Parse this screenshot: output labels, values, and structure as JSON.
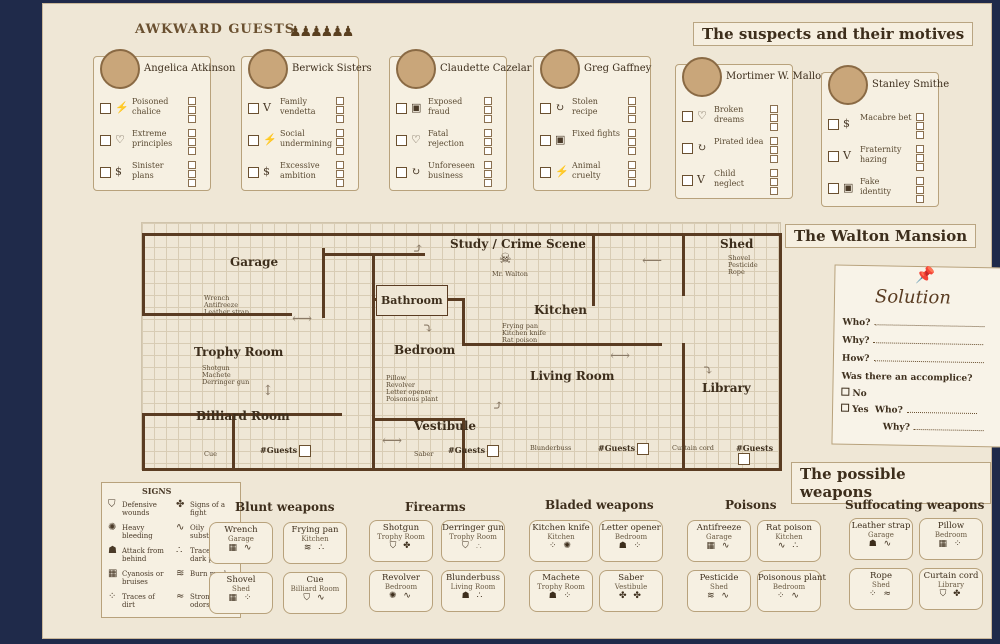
{
  "header": {
    "game_title": "AWKWARD GUESTS",
    "suspects_banner": "The suspects and their motives",
    "mansion_banner": "The Walton Mansion",
    "weapons_banner": "The possible weapons"
  },
  "suspects": [
    {
      "name": "Angelica Atkinson",
      "motives": [
        {
          "icon": "lightning-icon",
          "glyph": "⚡",
          "text": "Poisoned chalice"
        },
        {
          "icon": "heart-icon",
          "glyph": "♡",
          "text": "Extreme principles"
        },
        {
          "icon": "money-icon",
          "glyph": "$",
          "text": "Sinister plans"
        }
      ]
    },
    {
      "name": "Berwick Sisters",
      "motives": [
        {
          "icon": "v-icon",
          "glyph": "V",
          "text": "Family vendetta"
        },
        {
          "icon": "lightning-icon",
          "glyph": "⚡",
          "text": "Social undermining"
        },
        {
          "icon": "money-icon",
          "glyph": "$",
          "text": "Excessive ambition"
        }
      ]
    },
    {
      "name": "Claudette Cazelar",
      "motives": [
        {
          "icon": "briefcase-icon",
          "glyph": "▣",
          "text": "Exposed fraud"
        },
        {
          "icon": "heart-icon",
          "glyph": "♡",
          "text": "Fatal rejection"
        },
        {
          "icon": "cycle-icon",
          "glyph": "↻",
          "text": "Unforeseen business"
        }
      ]
    },
    {
      "name": "Greg Gaffney",
      "motives": [
        {
          "icon": "cycle-icon",
          "glyph": "↻",
          "text": "Stolen recipe"
        },
        {
          "icon": "briefcase-icon",
          "glyph": "▣",
          "text": "Fixed fights"
        },
        {
          "icon": "lightning-icon",
          "glyph": "⚡",
          "text": "Animal cruelty"
        }
      ]
    },
    {
      "name": "Mortimer W. Mallow",
      "motives": [
        {
          "icon": "heart-icon",
          "glyph": "♡",
          "text": "Broken dreams"
        },
        {
          "icon": "cycle-icon",
          "glyph": "↻",
          "text": "Pirated idea"
        },
        {
          "icon": "v-icon",
          "glyph": "V",
          "text": "Child neglect"
        }
      ]
    },
    {
      "name": "Stanley Smithe",
      "motives": [
        {
          "icon": "money-icon",
          "glyph": "$",
          "text": "Macabre bet"
        },
        {
          "icon": "v-icon",
          "glyph": "V",
          "text": "Fraternity hazing"
        },
        {
          "icon": "briefcase-icon",
          "glyph": "▣",
          "text": "Fake identity"
        }
      ]
    }
  ],
  "rooms": {
    "garage": {
      "label": "Garage",
      "items": "Wrench\nAntifreeze\nLeather strap"
    },
    "study": {
      "label": "Study / Crime Scene",
      "victim": "Mr. Walton"
    },
    "bathroom": {
      "label": "Bathroom"
    },
    "shed": {
      "label": "Shed",
      "items": "Shovel\nPesticide\nRope"
    },
    "kitchen": {
      "label": "Kitchen",
      "items": "Frying pan\nKitchen knife\nRat poison"
    },
    "bedroom": {
      "label": "Bedroom",
      "items": "Pillow\nRevolver\nLetter opener\nPoisonous plant"
    },
    "trophy": {
      "label": "Trophy Room",
      "items": "Shotgun\nMachete\nDerringer gun"
    },
    "living": {
      "label": "Living Room",
      "items": "Blunderbuss"
    },
    "library": {
      "label": "Library",
      "items": "Curtain cord"
    },
    "billiard": {
      "label": "Billiard Room",
      "items": "Cue"
    },
    "vestibule": {
      "label": "Vestibule",
      "items": "Saber"
    },
    "guests_label": "#Guests"
  },
  "solution": {
    "title": "Solution",
    "who": "Who?",
    "why": "Why?",
    "how": "How?",
    "accomplice_q": "Was there an accomplice?",
    "no": "No",
    "yes": "Yes",
    "who2": "Who?",
    "why2": "Why?"
  },
  "signs": {
    "title": "SIGNS",
    "items": [
      {
        "icon": "shield-icon",
        "glyph": "⛉",
        "text": "Defensive wounds"
      },
      {
        "icon": "fight-icon",
        "glyph": "✤",
        "text": "Signs of a fight"
      },
      {
        "icon": "splat-icon",
        "glyph": "✺",
        "text": "Heavy bleeding"
      },
      {
        "icon": "oily-icon",
        "glyph": "∿",
        "text": "Oily substance"
      },
      {
        "icon": "figure-icon",
        "glyph": "☗",
        "text": "Attack from behind"
      },
      {
        "icon": "dots-icon",
        "glyph": "∴",
        "text": "Traces of a dark powder"
      },
      {
        "icon": "hatch-icon",
        "glyph": "▦",
        "text": "Cyanosis or bruises"
      },
      {
        "icon": "burn-icon",
        "glyph": "≋",
        "text": "Burn marks"
      },
      {
        "icon": "dirt-icon",
        "glyph": "⁘",
        "text": "Traces of dirt"
      },
      {
        "icon": "odor-icon",
        "glyph": "≈",
        "text": "Strong odors"
      }
    ]
  },
  "weapon_categories": {
    "blunt": "Blunt weapons",
    "firearms": "Firearms",
    "bladed": "Bladed weapons",
    "poisons": "Poisons",
    "suffocating": "Suffocating weapons"
  },
  "weapons": [
    {
      "name": "Wrench",
      "location": "Garage",
      "signs": "▦ ∿"
    },
    {
      "name": "Frying pan",
      "location": "Kitchen",
      "signs": "≋ ∴"
    },
    {
      "name": "Shovel",
      "location": "Shed",
      "signs": "▦ ⁘"
    },
    {
      "name": "Cue",
      "location": "Billiard Room",
      "signs": "⛉ ∿"
    },
    {
      "name": "Shotgun",
      "location": "Trophy Room",
      "signs": "⛉ ✤"
    },
    {
      "name": "Derringer gun",
      "location": "Trophy Room",
      "signs": "⛉ ∴"
    },
    {
      "name": "Revolver",
      "location": "Bedroom",
      "signs": "✺ ∿"
    },
    {
      "name": "Blunderbuss",
      "location": "Living Room",
      "signs": "☗ ∴"
    },
    {
      "name": "Kitchen knife",
      "location": "Kitchen",
      "signs": "⁘ ✺"
    },
    {
      "name": "Letter opener",
      "location": "Bedroom",
      "signs": "☗ ⁘"
    },
    {
      "name": "Machete",
      "location": "Trophy Room",
      "signs": "☗ ⁘"
    },
    {
      "name": "Saber",
      "location": "Vestibule",
      "signs": "✤ ✤"
    },
    {
      "name": "Antifreeze",
      "location": "Garage",
      "signs": "▦ ∿"
    },
    {
      "name": "Rat poison",
      "location": "Kitchen",
      "signs": "∿ ∴"
    },
    {
      "name": "Pesticide",
      "location": "Shed",
      "signs": "≋ ∿"
    },
    {
      "name": "Poisonous plant",
      "location": "Bedroom",
      "signs": "⁘ ∿"
    },
    {
      "name": "Leather strap",
      "location": "Garage",
      "signs": "☗ ∿"
    },
    {
      "name": "Pillow",
      "location": "Bedroom",
      "signs": "▦ ⁘"
    },
    {
      "name": "Rope",
      "location": "Shed",
      "signs": "⁘ ≈"
    },
    {
      "name": "Curtain cord",
      "location": "Library",
      "signs": "⛉ ✤"
    }
  ]
}
